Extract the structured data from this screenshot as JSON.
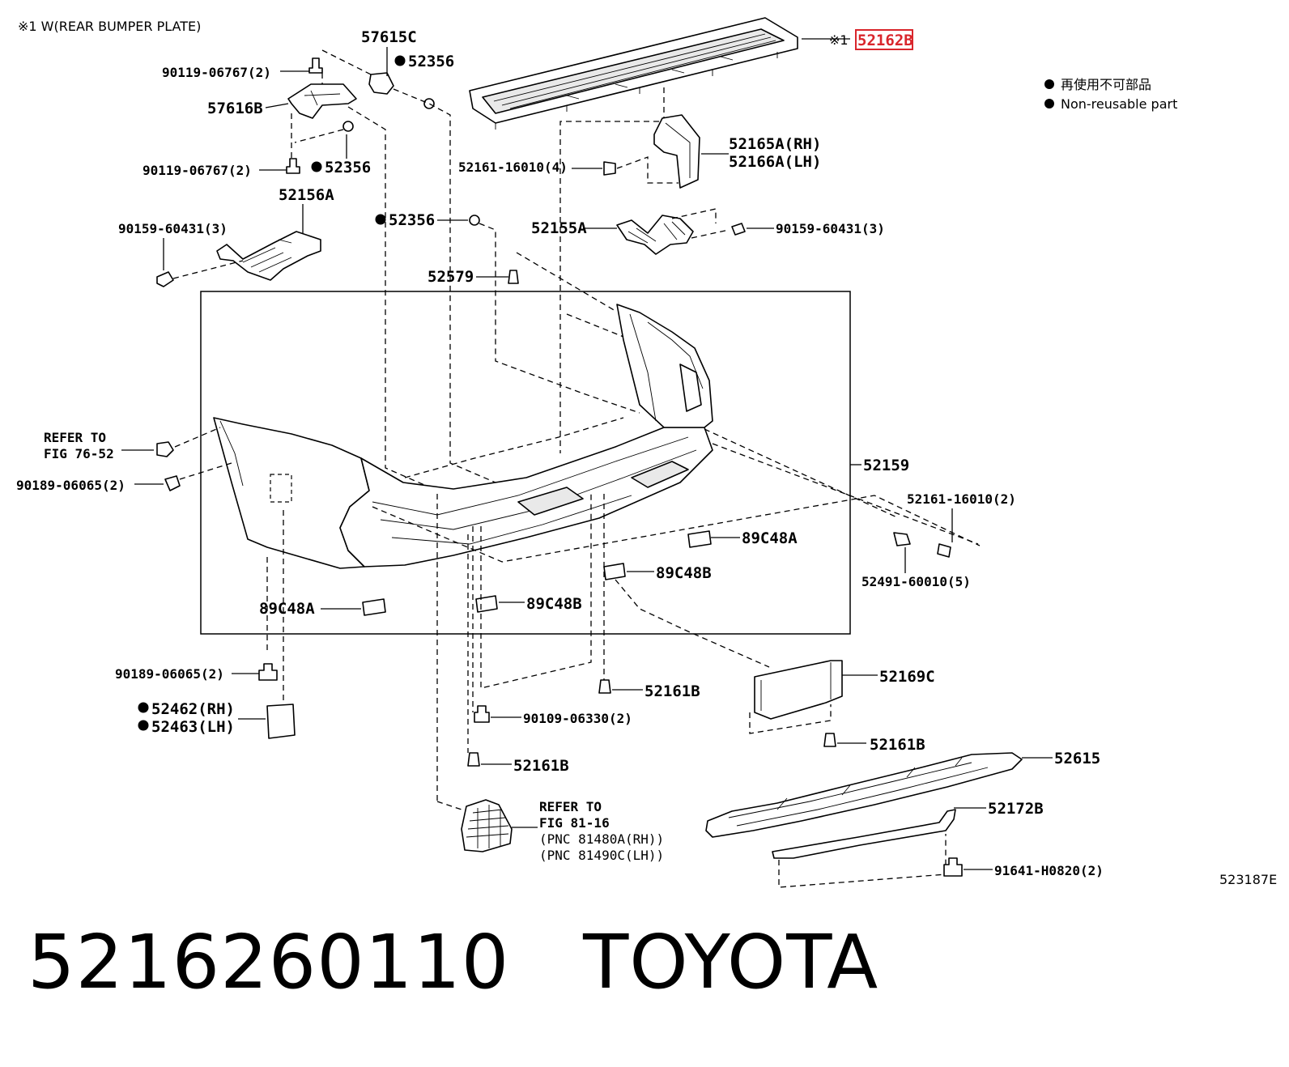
{
  "header_note": "※1 W(REAR BUMPER PLATE)",
  "legend": {
    "japanese": "再使用不可部品",
    "english": "Non-reusable part"
  },
  "highlight_part": "52162B",
  "highlight_prefix": "※1",
  "highlight_color": "#d9262c",
  "labels": {
    "p57615C": "57615C",
    "p52356_a": "52356",
    "p90119_a": "90119-06767(2)",
    "p57616B": "57616B",
    "p90119_b": "90119-06767(2)",
    "p52356_b": "52356",
    "p52156A": "52156A",
    "p52356_c": "52356",
    "p90159_a": "90159-60431(3)",
    "p52161_a": "52161-16010(4)",
    "p52165A": "52165A(RH)",
    "p52166A": "52166A(LH)",
    "p52155A": "52155A",
    "p90159_b": "90159-60431(3)",
    "p52579": "52579",
    "refer_7652_a": "REFER TO",
    "refer_7652_b": "FIG 76-52",
    "p90189_a": "90189-06065(2)",
    "p52159": "52159",
    "p52161_b": "52161-16010(2)",
    "p52491": "52491-60010(5)",
    "p89C48A_a": "89C48A",
    "p89C48B_a": "89C48B",
    "p89C48A_b": "89C48A",
    "p89C48B_b": "89C48B",
    "p90189_b": "90189-06065(2)",
    "p52161B_a": "52161B",
    "p52462": "52462(RH)",
    "p52463": "52463(LH)",
    "p90109": "90109-06330(2)",
    "p52169C": "52169C",
    "p52161B_b": "52161B",
    "p52161B_c": "52161B",
    "p52615": "52615",
    "p52172B": "52172B",
    "refer_8116_a": "REFER TO",
    "refer_8116_b": "FIG 81-16",
    "refer_8116_c": "(PNC 81480A(RH))",
    "refer_8116_d": "(PNC 81490C(LH))",
    "p91641": "91641-H0820(2)",
    "illustration_code": "523187E"
  },
  "footer": {
    "part_number": "5216260110",
    "brand": "TOYOTA"
  }
}
